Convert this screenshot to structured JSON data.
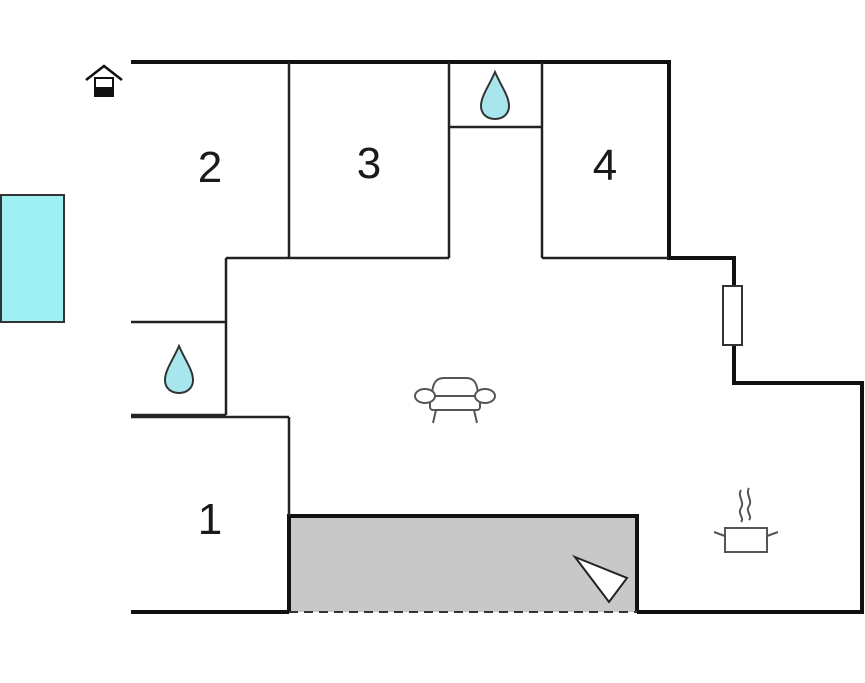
{
  "rooms": [
    {
      "label": "1"
    },
    {
      "label": "2"
    },
    {
      "label": "3"
    },
    {
      "label": "4"
    }
  ],
  "icons": {
    "entrance": "house-entrance-icon",
    "bathroom": "water-drop-icon",
    "living": "sofa-icon",
    "kitchen": "cooking-pot-icon",
    "terrace": "parasol-icon",
    "heating": "radiator-icon",
    "pool": "swimming-pool"
  },
  "colors": {
    "wall": "#111111",
    "room_bg": "#ffffff",
    "terrace": "#c8c8c8",
    "water": "#a8e6ee",
    "pool": "#9ff0f3",
    "icon_stroke": "#555555"
  }
}
